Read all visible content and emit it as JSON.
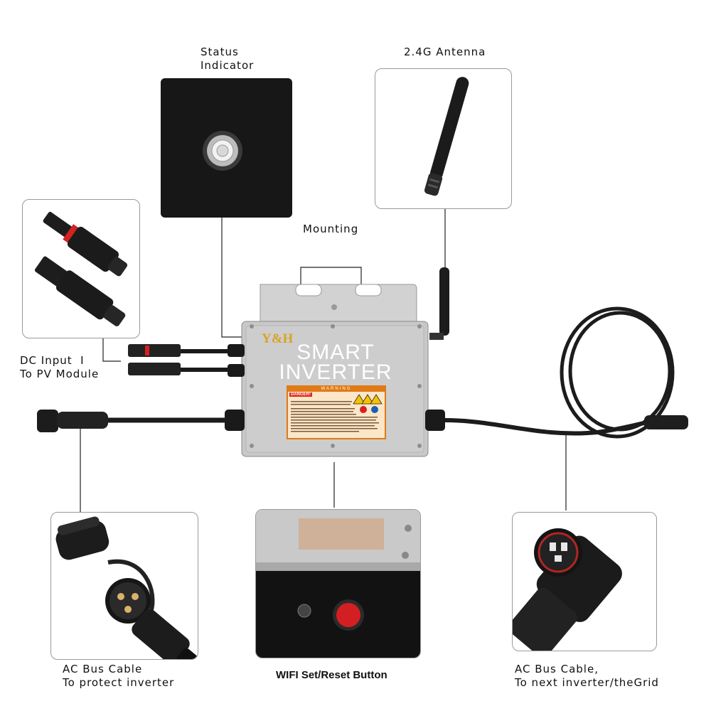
{
  "labels": {
    "status": [
      "Status",
      "Indicator"
    ],
    "antenna": "2.4G Antenna",
    "mounting": "Mounting",
    "dc_input": [
      "DC Input  I",
      "To PV Module"
    ],
    "ac_left": [
      "AC Bus Cable",
      "To protect inverter"
    ],
    "wifi": "WIFI Set/Reset Button",
    "ac_right": [
      "AC Bus Cable,",
      "To next inverter/theGrid"
    ]
  },
  "device": {
    "brand": "Y&H",
    "title": [
      "SMART",
      "INVERTER"
    ],
    "warning_header": "WARNING",
    "danger": "DANGER!"
  },
  "colors": {
    "panel_border": "#9a9a9a",
    "device_body": "#c9c9c9",
    "brand": "#d8a424",
    "warning": "#e07a16",
    "button_red": "#d31f22"
  }
}
